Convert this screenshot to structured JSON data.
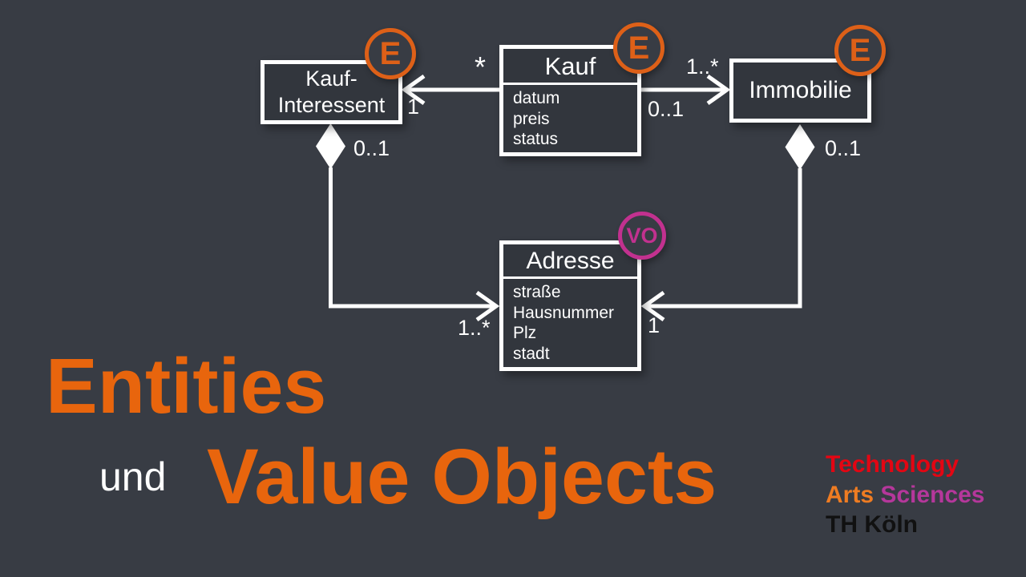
{
  "colors": {
    "background": "#383C44",
    "box_fill": "#32363D",
    "line_white": "#FFFFFF",
    "entity_badge_orange": "#DD6018",
    "value_object_badge_magenta": "#C2318F",
    "caption_orange": "#E8650D",
    "logo_red": "#E30613",
    "logo_orange": "#EF7C22",
    "logo_magenta": "#B5379B",
    "logo_black": "#111111"
  },
  "diagram": {
    "boxes": {
      "kauf_interessent": {
        "title_line1": "Kauf-",
        "title_line2": "Interessent",
        "badge": "E"
      },
      "kauf": {
        "title": "Kauf",
        "badge": "E",
        "attributes": [
          "datum",
          "preis",
          "status"
        ]
      },
      "immobilie": {
        "title": "Immobilie",
        "badge": "E"
      },
      "adresse": {
        "title": "Adresse",
        "badge": "VO",
        "attributes": [
          "straße",
          "Hausnummer",
          "Plz",
          "stadt"
        ]
      }
    },
    "labels": {
      "kauf_side_left": "*",
      "interessent_side": "1",
      "immobilie_side": "1..*",
      "kauf_side_right": "0..1",
      "interessent_aggregation": "0..1",
      "immobilie_aggregation": "0..1",
      "adresse_from_interessent": "1..*",
      "adresse_from_immobilie": "1"
    }
  },
  "caption": {
    "word1": "Entities",
    "conjunction": "und",
    "word2": "Value Objects"
  },
  "logo": {
    "line1": "Technology",
    "line2_word1": "Arts",
    "line2_word2": "Sciences",
    "line3": "TH Köln"
  }
}
